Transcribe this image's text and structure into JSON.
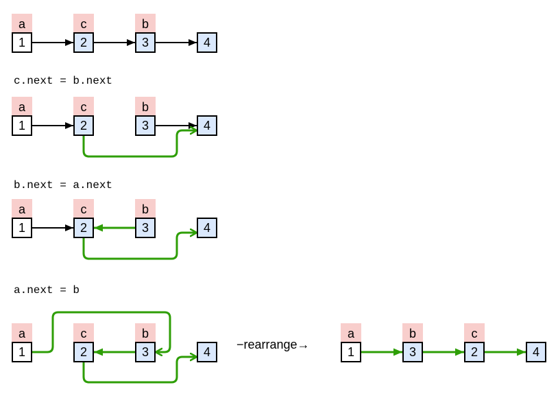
{
  "colors": {
    "label_bg": "#f8cecc",
    "node_bg_blue": "#dae8fc",
    "node_bg_white": "#ffffff",
    "edge_black": "#000000",
    "edge_green": "#2e9e06"
  },
  "steps": [
    {
      "code": "",
      "labels": [
        "a",
        "c",
        "b"
      ],
      "nodes": [
        "1",
        "2",
        "3",
        "4"
      ]
    },
    {
      "code": "c.next = b.next",
      "labels": [
        "a",
        "c",
        "b"
      ],
      "nodes": [
        "1",
        "2",
        "3",
        "4"
      ]
    },
    {
      "code": "b.next = a.next",
      "labels": [
        "a",
        "c",
        "b"
      ],
      "nodes": [
        "1",
        "2",
        "3",
        "4"
      ]
    },
    {
      "code": "a.next = b",
      "labels": [
        "a",
        "c",
        "b"
      ],
      "nodes": [
        "1",
        "2",
        "3",
        "4"
      ]
    }
  ],
  "rearrange_label": "−rearrange→",
  "result": {
    "labels": [
      "a",
      "b",
      "c"
    ],
    "nodes": [
      "1",
      "3",
      "2",
      "4"
    ]
  }
}
